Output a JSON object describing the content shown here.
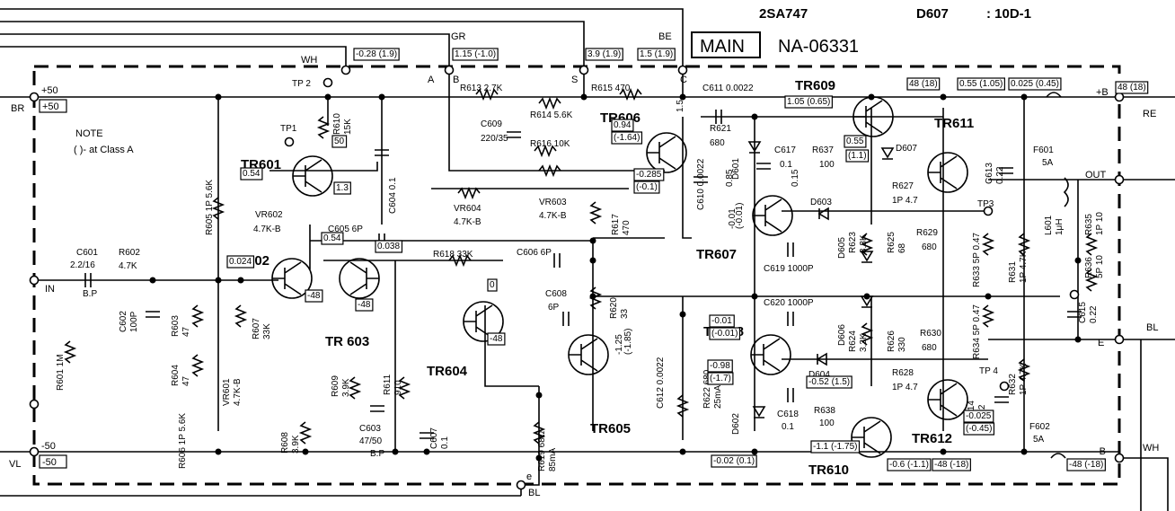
{
  "header": {
    "part_a": "2SA747",
    "part_b": "D607",
    "part_b_value": ": 10D-1",
    "board_box": "MAIN",
    "board_name": "NA-06331"
  },
  "note": {
    "title": "NOTE",
    "text": "(   )- at Class A"
  },
  "rails": {
    "pos_label": "+50",
    "pos_box": "+50",
    "neg_label": "-50",
    "neg_box": "-50"
  },
  "wires": {
    "br": "BR",
    "vl": "VL",
    "in": "IN",
    "gr": "GR",
    "be": "BE",
    "wh_top": "WH",
    "wh_bottom": "WH",
    "re": "RE",
    "bl_right": "BL",
    "bl_bottom": "BL",
    "out": "OUT",
    "e": "E",
    "pos_b": "+B",
    "neg_b": "-B",
    "node_a": "A",
    "node_b": "B",
    "node_s": "S",
    "node_c": "C",
    "node_e": "e"
  },
  "transistors": [
    {
      "id": "tr601",
      "label": "TR601"
    },
    {
      "id": "tr602",
      "label": "TR602"
    },
    {
      "id": "tr603",
      "label": "TR 603"
    },
    {
      "id": "tr604",
      "label": "TR604"
    },
    {
      "id": "tr605",
      "label": "TR605"
    },
    {
      "id": "tr606",
      "label": "TR606"
    },
    {
      "id": "tr607",
      "label": "TR607"
    },
    {
      "id": "tr608",
      "label": "TR608"
    },
    {
      "id": "tr609",
      "label": "TR609"
    },
    {
      "id": "tr610",
      "label": "TR610"
    },
    {
      "id": "tr611",
      "label": "TR611"
    },
    {
      "id": "tr612",
      "label": "TR612"
    }
  ],
  "components": [
    {
      "id": "r613",
      "text": "R613  2.7K"
    },
    {
      "id": "r614",
      "text": "R614  5.6K"
    },
    {
      "id": "r615",
      "text": "R615   470"
    },
    {
      "id": "c611",
      "text": "C611  0.0022"
    },
    {
      "id": "c609",
      "text": "C609"
    },
    {
      "id": "c609v",
      "text": "220/35"
    },
    {
      "id": "r616",
      "text": "R616  10K"
    },
    {
      "id": "r610",
      "text": "R610"
    },
    {
      "id": "r610v",
      "text": "15K"
    },
    {
      "id": "tp1",
      "text": "TP1"
    },
    {
      "id": "tp2",
      "text": "TP 2"
    },
    {
      "id": "tp3",
      "text": "TP3"
    },
    {
      "id": "tp4",
      "text": "TP 4"
    },
    {
      "id": "r605",
      "text": "R605  1P  5.6K"
    },
    {
      "id": "c604",
      "text": "C604  0.1"
    },
    {
      "id": "vr602",
      "text": "VR602"
    },
    {
      "id": "vr602v",
      "text": "4.7K-B"
    },
    {
      "id": "vr604",
      "text": "VR604"
    },
    {
      "id": "vr604v",
      "text": "4.7K-B"
    },
    {
      "id": "vr603",
      "text": "VR603"
    },
    {
      "id": "vr603v",
      "text": "4.7K-B"
    },
    {
      "id": "r617",
      "text": "R617"
    },
    {
      "id": "r617v",
      "text": "470"
    },
    {
      "id": "r621",
      "text": "R621"
    },
    {
      "id": "r621v",
      "text": "680"
    },
    {
      "id": "c610",
      "text": "C610  0.0022"
    },
    {
      "id": "c605",
      "text": "C605  6P"
    },
    {
      "id": "c606",
      "text": "C606   6P"
    },
    {
      "id": "r618",
      "text": "R618  33K"
    },
    {
      "id": "c601",
      "text": "C601"
    },
    {
      "id": "c601v",
      "text": "2.2/16"
    },
    {
      "id": "c601bp",
      "text": "B.P"
    },
    {
      "id": "r602",
      "text": "R602"
    },
    {
      "id": "r602v",
      "text": "4.7K"
    },
    {
      "id": "c602",
      "text": "C602"
    },
    {
      "id": "c602v",
      "text": "100P"
    },
    {
      "id": "r603",
      "text": "R603"
    },
    {
      "id": "r603v",
      "text": "47"
    },
    {
      "id": "r604",
      "text": "R604"
    },
    {
      "id": "r604v",
      "text": "47"
    },
    {
      "id": "r601",
      "text": "R601  1M"
    },
    {
      "id": "r607",
      "text": "R607"
    },
    {
      "id": "r607v",
      "text": "33K"
    },
    {
      "id": "vr601",
      "text": "VR601"
    },
    {
      "id": "vr601v",
      "text": "4.7K-B"
    },
    {
      "id": "r606",
      "text": "R606  1P  5.6K"
    },
    {
      "id": "r608",
      "text": "R608"
    },
    {
      "id": "r608v",
      "text": "3.9K"
    },
    {
      "id": "r609",
      "text": "R609"
    },
    {
      "id": "r609v",
      "text": "3.9K"
    },
    {
      "id": "r611",
      "text": "R611"
    },
    {
      "id": "r611v",
      "text": "910"
    },
    {
      "id": "c603",
      "text": "C603"
    },
    {
      "id": "c603v",
      "text": "47/50"
    },
    {
      "id": "c603bp",
      "text": "B.P"
    },
    {
      "id": "c607",
      "text": "C607"
    },
    {
      "id": "c607v",
      "text": "0.1"
    },
    {
      "id": "c608",
      "text": "C608"
    },
    {
      "id": "c608v",
      "text": "6P"
    },
    {
      "id": "r620",
      "text": "R620"
    },
    {
      "id": "r620v",
      "text": "33"
    },
    {
      "id": "r619",
      "text": "R619 68Ω"
    },
    {
      "id": "r619i",
      "text": "85mA"
    },
    {
      "id": "c612",
      "text": "C612  0.0022"
    },
    {
      "id": "r622",
      "text": "R622 680"
    },
    {
      "id": "r622i",
      "text": "25mA"
    },
    {
      "id": "c617",
      "text": "C617"
    },
    {
      "id": "c617v",
      "text": "0.1"
    },
    {
      "id": "r637",
      "text": "R637"
    },
    {
      "id": "r637v",
      "text": "100"
    },
    {
      "id": "d601",
      "text": "D601"
    },
    {
      "id": "d602",
      "text": "D602"
    },
    {
      "id": "d603",
      "text": "D603"
    },
    {
      "id": "d604",
      "text": "D604"
    },
    {
      "id": "d605",
      "text": "D605"
    },
    {
      "id": "d606",
      "text": "D606"
    },
    {
      "id": "d607",
      "text": "D607"
    },
    {
      "id": "c619",
      "text": "C619  1000P"
    },
    {
      "id": "c620",
      "text": "C620  1000P"
    },
    {
      "id": "r623",
      "text": "R623"
    },
    {
      "id": "r623v",
      "text": "3.3K"
    },
    {
      "id": "r624",
      "text": "R624"
    },
    {
      "id": "r624v",
      "text": "3.3K"
    },
    {
      "id": "r625",
      "text": "R625"
    },
    {
      "id": "r625v",
      "text": "68"
    },
    {
      "id": "r626",
      "text": "R626"
    },
    {
      "id": "r626v",
      "text": "330"
    },
    {
      "id": "r627",
      "text": "R627"
    },
    {
      "id": "r627v",
      "text": "1P 4.7"
    },
    {
      "id": "r628",
      "text": "R628"
    },
    {
      "id": "r628v",
      "text": "1P 4.7"
    },
    {
      "id": "r629",
      "text": "R629"
    },
    {
      "id": "r629v",
      "text": "680"
    },
    {
      "id": "r630",
      "text": "R630"
    },
    {
      "id": "r630v",
      "text": "680"
    },
    {
      "id": "r633",
      "text": "R633  5P  0.47"
    },
    {
      "id": "r634",
      "text": "R634  5P  0.47"
    },
    {
      "id": "c618",
      "text": "C618"
    },
    {
      "id": "c618v",
      "text": "0.1"
    },
    {
      "id": "r638",
      "text": "R638"
    },
    {
      "id": "r638v",
      "text": "100"
    },
    {
      "id": "c613",
      "text": "C613"
    },
    {
      "id": "c613v",
      "text": "0.22"
    },
    {
      "id": "c614",
      "text": "C614"
    },
    {
      "id": "c614v",
      "text": "0.22"
    },
    {
      "id": "f601",
      "text": "F601"
    },
    {
      "id": "f601v",
      "text": "5A"
    },
    {
      "id": "f602",
      "text": "F602"
    },
    {
      "id": "f602v",
      "text": "5A"
    },
    {
      "id": "l601",
      "text": "L601"
    },
    {
      "id": "l601v",
      "text": "1μH"
    },
    {
      "id": "r635",
      "text": "R635"
    },
    {
      "id": "r635v",
      "text": "1P 10"
    },
    {
      "id": "r636",
      "text": "R636"
    },
    {
      "id": "r636v",
      "text": "5P 10"
    },
    {
      "id": "r631",
      "text": "R631"
    },
    {
      "id": "r631v",
      "text": "1P 4.7K"
    },
    {
      "id": "r632",
      "text": "R632"
    },
    {
      "id": "r632v",
      "text": "1P 4.7K"
    },
    {
      "id": "c615",
      "text": "C615"
    },
    {
      "id": "c615v",
      "text": "0.22"
    }
  ],
  "voltages": [
    {
      "id": "v_wh",
      "text": "-0.28 (1.9)",
      "boxed": true
    },
    {
      "id": "v_gr",
      "text": "1.15 (-1.0)",
      "boxed": true
    },
    {
      "id": "v_s",
      "text": "3.9 (1.9)",
      "boxed": true
    },
    {
      "id": "v_be",
      "text": "1.5 (1.9)",
      "boxed": true
    },
    {
      "id": "v_r610",
      "text": "50",
      "boxed": true
    },
    {
      "id": "v_tr601e",
      "text": "0.54",
      "boxed": true
    },
    {
      "id": "v_tr601c",
      "text": "1.3",
      "boxed": true
    },
    {
      "id": "v_054",
      "text": "0.54",
      "boxed": true
    },
    {
      "id": "v_tr602",
      "text": "0.024",
      "boxed": true
    },
    {
      "id": "v_0038",
      "text": "0.038",
      "boxed": true
    },
    {
      "id": "v_tr602c",
      "text": "-48",
      "boxed": true
    },
    {
      "id": "v_tr603c",
      "text": "-48",
      "boxed": true
    },
    {
      "id": "v_tr604b",
      "text": "0",
      "boxed": true
    },
    {
      "id": "v_tr604e",
      "text": "-48",
      "boxed": true
    },
    {
      "id": "v_tr605",
      "text": "-1.25",
      "boxed": false
    },
    {
      "id": "v_tr605b",
      "text": "(-1.85)",
      "boxed": false
    },
    {
      "id": "v_tr606b",
      "text": "0.94",
      "boxed": true
    },
    {
      "id": "v_tr606b2",
      "text": "(-1.64)",
      "boxed": true
    },
    {
      "id": "v_tr606e",
      "text": "-0.285",
      "boxed": true
    },
    {
      "id": "v_tr606e2",
      "text": "(-0.1)",
      "boxed": true
    },
    {
      "id": "v_15",
      "text": "1.5",
      "boxed": true
    },
    {
      "id": "v_tr607a",
      "text": "0.85",
      "boxed": true
    },
    {
      "id": "v_tr607b",
      "text": "-0.01",
      "boxed": true
    },
    {
      "id": "v_tr607c",
      "text": "(-0.01)",
      "boxed": true
    },
    {
      "id": "v_015",
      "text": "0.15",
      "boxed": true
    },
    {
      "id": "v_d607",
      "text": "0.55",
      "boxed": true
    },
    {
      "id": "v_d607b",
      "text": "(1.1)",
      "boxed": true
    },
    {
      "id": "v_tr609",
      "text": "1.05 (0.65)",
      "boxed": true
    },
    {
      "id": "v_48",
      "text": "48 (18)",
      "boxed": true
    },
    {
      "id": "v_055",
      "text": "0.55 (1.05)",
      "boxed": true
    },
    {
      "id": "v_0025",
      "text": "0.025 (0.45)",
      "boxed": true
    },
    {
      "id": "v_4808",
      "text": "48 (18)",
      "boxed": true
    },
    {
      "id": "v_tr608a",
      "text": "-0.01",
      "boxed": true
    },
    {
      "id": "v_tr608b",
      "text": "(-0.01)",
      "boxed": true
    },
    {
      "id": "v_098",
      "text": "-0.98",
      "boxed": true
    },
    {
      "id": "v_098b",
      "text": "(-1.7)",
      "boxed": true
    },
    {
      "id": "v_d604",
      "text": "-0.52 (1.5)",
      "boxed": true
    },
    {
      "id": "v_tr610",
      "text": "-1.1 (-1.75)",
      "boxed": true
    },
    {
      "id": "v_002",
      "text": "-0.02 (0.1)",
      "boxed": true
    },
    {
      "id": "v_06",
      "text": "-0.6 (-1.1)",
      "boxed": true
    },
    {
      "id": "v_48b",
      "text": "-48 (-18)",
      "boxed": true
    },
    {
      "id": "v_0025b",
      "text": "-0.025",
      "boxed": true
    },
    {
      "id": "v_0025c",
      "text": "(-0.45)",
      "boxed": true
    },
    {
      "id": "v_48c",
      "text": "-48 (-18)",
      "boxed": true
    }
  ]
}
